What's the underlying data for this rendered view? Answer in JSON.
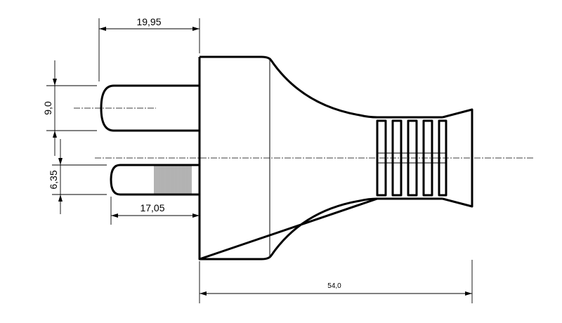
{
  "dimensions": {
    "pin_length": "19,95",
    "pin_diameter": "9,0",
    "earth_pin_diameter": "6,35",
    "earth_pin_length": "17,05",
    "overall_length": "54,0"
  }
}
